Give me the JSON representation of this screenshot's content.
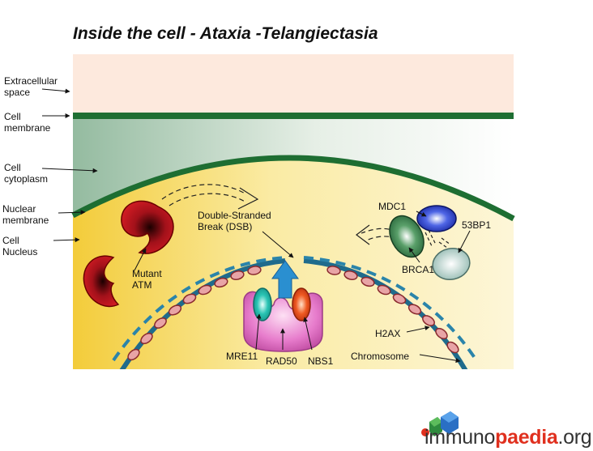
{
  "title": "Inside the cell - Ataxia -Telangiectasia",
  "left_labels": {
    "extracellular": [
      "Extracellular",
      "space"
    ],
    "cell_membrane": [
      "Cell",
      "membrane"
    ],
    "cytoplasm": [
      "Cell",
      "cytoplasm"
    ],
    "nuclear_membrane": [
      "Nuclear",
      "membrane"
    ],
    "nucleus": [
      "Cell",
      "Nucleus"
    ]
  },
  "labels": {
    "mutant_atm": [
      "Mutant",
      "ATM"
    ],
    "dsb": [
      "Double-Stranded",
      "Break (DSB)"
    ],
    "mdc1": "MDC1",
    "p53bp1": "53BP1",
    "brca1": "BRCA1",
    "h2ax": "H2AX",
    "chromosome": "Chromosome",
    "mre11": "MRE11",
    "rad50": "RAD50",
    "nbs1": "NBS1"
  },
  "logo": {
    "part1": "immuno",
    "part2": "paedia",
    "part3": ".org"
  },
  "colors": {
    "extracellular": "#fde9dd",
    "membrane": "#1e6e32",
    "cytoplasm": "#9fc3aa",
    "nucleus": "#f5d24a",
    "atm": "#b5121b",
    "mdc1": "#1a2fb0",
    "brca1": "#2f7a45",
    "p53bp1": "#a9c9c2",
    "mre11": "#2ac4b4",
    "nbs1": "#e2461a",
    "rad50": "#e66fc4",
    "dna": "#1f6b8c",
    "nucleosome": "#e8a4a6",
    "arrow": "#2a8fd0"
  }
}
